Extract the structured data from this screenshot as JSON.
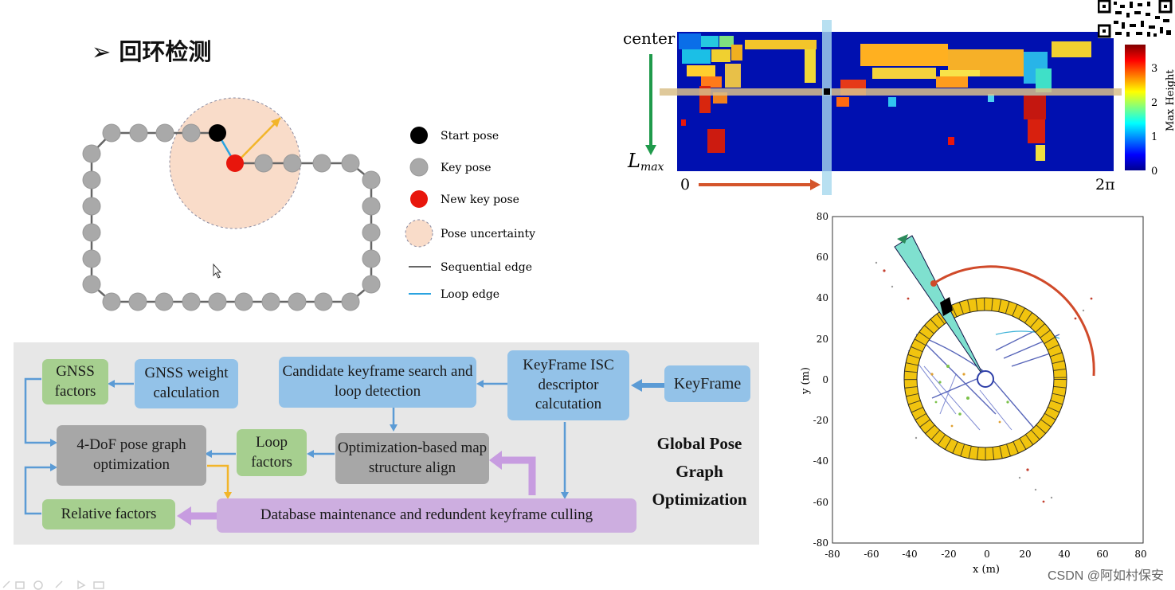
{
  "title": "➢ 回环检测",
  "legend": {
    "start_pose": "Start pose",
    "key_pose": "Key pose",
    "new_key_pose": "New key pose",
    "pose_uncertainty": "Pose uncertainty",
    "sequential_edge": "Sequential edge",
    "loop_edge": "Loop edge"
  },
  "colors": {
    "start_pose": "#000000",
    "key_pose": "#a9a9a9",
    "new_key_pose": "#e8160c",
    "pose_uncertainty": "#f9dcc9",
    "sequential_edge": "#666666",
    "loop_edge": "#2aa3e0",
    "green_box": "#a6cf8f",
    "blue_box": "#93c2e8",
    "gray_box": "#a7a7a7",
    "purple_box": "#cdaee0"
  },
  "flow": {
    "gnss_factors": "GNSS factors",
    "gnss_weight": "GNSS weight calculation",
    "candidate": "Candidate keyframe search and loop detection",
    "isc": "KeyFrame ISC descriptor calcutation",
    "keyframe": "KeyFrame",
    "pose_graph": "4-DoF pose graph optimization",
    "loop_factors": "Loop factors",
    "opt_align": "Optimization-based map structure align",
    "relative": "Relative factors",
    "database": "Database maintenance and redundent keyframe culling",
    "global_title": "Global Pose Graph Optimization"
  },
  "heatmap": {
    "center_label": "center",
    "lmax_label": "L",
    "lmax_sub": "max",
    "x_start": "0",
    "x_end": "2π",
    "colorbar_label": "Max Height",
    "colorbar_ticks": [
      "3",
      "2",
      "1",
      "0"
    ]
  },
  "scanplot": {
    "xlabel": "x (m)",
    "ylabel": "y (m)",
    "x_ticks": [
      "-80",
      "-60",
      "-40",
      "-20",
      "0",
      "20",
      "40",
      "60",
      "80"
    ],
    "y_ticks": [
      "80",
      "60",
      "40",
      "20",
      "0",
      "-20",
      "-40",
      "-60",
      "-80"
    ]
  },
  "chart_data": {
    "type": "scatter",
    "xlabel": "x (m)",
    "ylabel": "y (m)",
    "xlim": [
      -80,
      80
    ],
    "ylim": [
      -80,
      80
    ],
    "grid": false
  },
  "watermark": "CSDN @阿如村保安"
}
